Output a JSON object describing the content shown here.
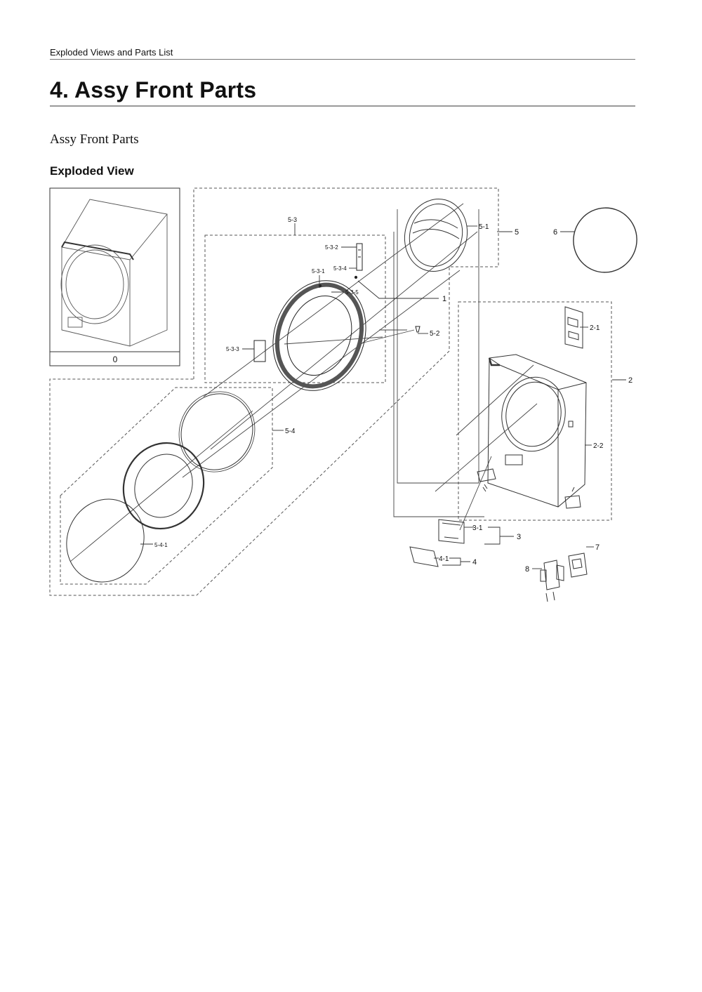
{
  "header": {
    "running_title": "Exploded Views and Parts List",
    "section_title": "4.  Assy Front Parts",
    "subtitle": "Assy Front Parts",
    "view_heading": "Exploded View"
  },
  "diagram": {
    "inset_label": "0",
    "callouts": {
      "c1": "1",
      "c2": "2",
      "c2_1": "2-1",
      "c2_2": "2-2",
      "c3": "3",
      "c3_1": "3-1",
      "c4": "4",
      "c4_1": "4-1",
      "c5": "5",
      "c5_1": "5-1",
      "c5_2": "5-2",
      "c5_3": "5-3",
      "c5_3_1": "5-3-1",
      "c5_3_2": "5-3-2",
      "c5_3_3": "5-3-3",
      "c5_3_4": "5-3-4",
      "c5_3_5": "5-3-5",
      "c5_4": "5-4",
      "c5_4_1": "5-4-1",
      "c6": "6",
      "c7": "7",
      "c8": "8"
    }
  }
}
